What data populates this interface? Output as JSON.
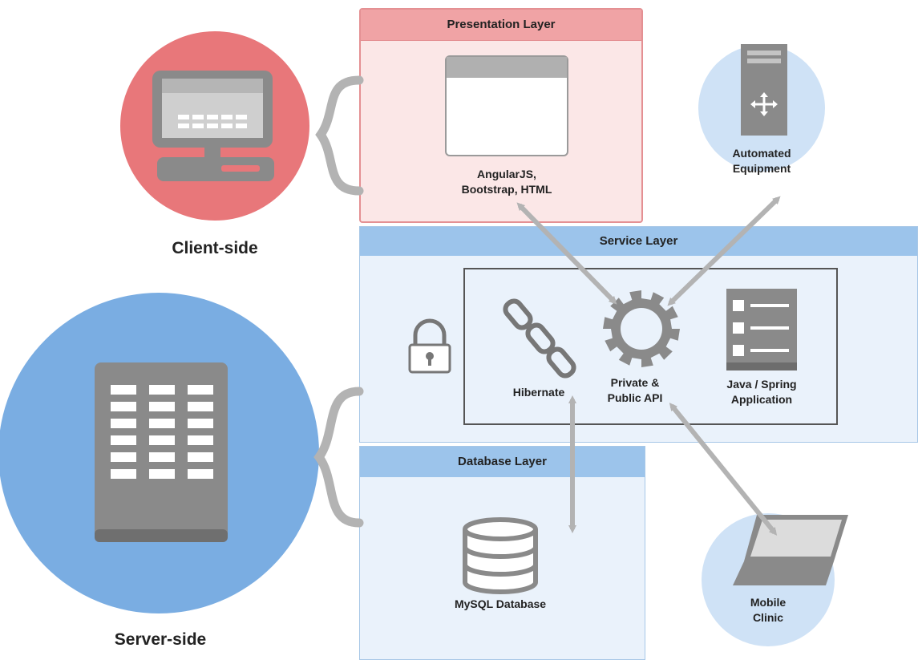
{
  "client_side": {
    "label": "Client-side"
  },
  "server_side": {
    "label": "Server-side"
  },
  "presentation_layer": {
    "title": "Presentation Layer",
    "tech_line1": "AngularJS,",
    "tech_line2": "Bootstrap, HTML"
  },
  "service_layer": {
    "title": "Service Layer",
    "hibernate": "Hibernate",
    "api_line1": "Private &",
    "api_line2": "Public API",
    "app_line1": "Java / Spring",
    "app_line2": "Application"
  },
  "database_layer": {
    "title": "Database Layer",
    "db_label": "MySQL Database"
  },
  "automated_equipment": {
    "line1": "Automated",
    "line2": "Equipment"
  },
  "mobile_clinic": {
    "line1": "Mobile",
    "line2": "Clinic"
  },
  "colors": {
    "client_circle": "#e8777a",
    "server_circle": "#7aade2",
    "light_circle": "#cfe2f6",
    "presentation_fill": "#fbe7e7",
    "presentation_header": "#f0a3a5",
    "service_fill": "#eaf2fb",
    "service_header": "#9cc4eb",
    "gray": "#8a8a8a",
    "bracket": "#b3b3b3"
  }
}
